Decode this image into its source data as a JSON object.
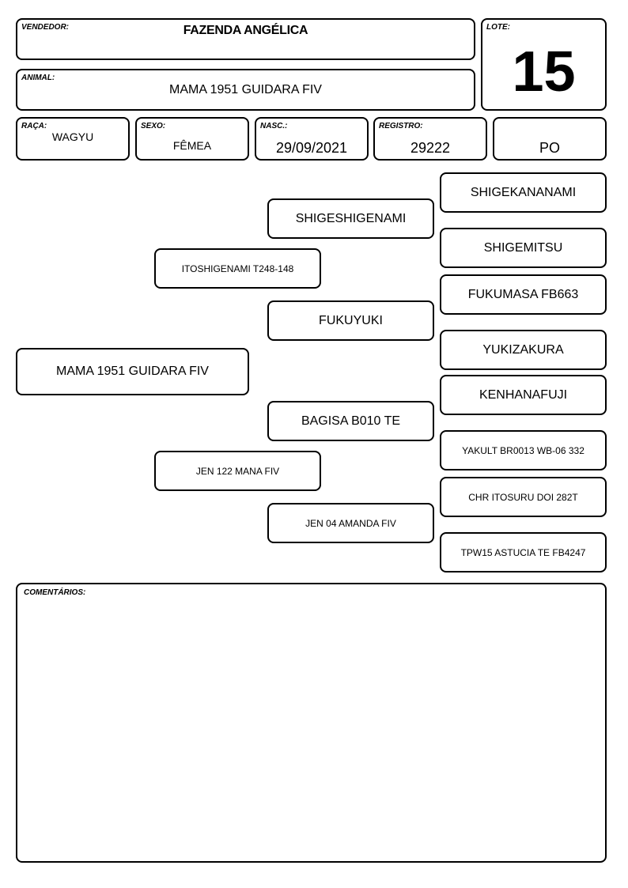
{
  "header": {
    "vendedor": {
      "label": "VENDEDOR:",
      "value": "FAZENDA ANGÉLICA"
    },
    "lote": {
      "label": "LOTE:",
      "value": "15"
    },
    "animal": {
      "label": "ANIMAL:",
      "value": "MAMA 1951 GUIDARA FIV"
    }
  },
  "info": {
    "raca": {
      "label": "RAÇA:",
      "value": "WAGYU"
    },
    "sexo": {
      "label": "SEXO:",
      "value": "FÊMEA"
    },
    "nasc": {
      "label": "NASC.:",
      "value": "29/09/2021"
    },
    "registro": {
      "label": "REGISTRO:",
      "value": "29222"
    },
    "categoria": {
      "value": "PO"
    }
  },
  "pedigree": {
    "animal": "MAMA 1951 GUIDARA FIV",
    "sire": "ITOSHIGENAMI T248-148",
    "dam": "JEN 122 MANA FIV",
    "sire_sire": "SHIGESHIGENAMI",
    "sire_dam": "FUKUYUKI",
    "dam_sire": "BAGISA B010 TE",
    "dam_dam": "JEN 04 AMANDA FIV",
    "ss_sire": "SHIGEKANANAMI",
    "ss_dam": "SHIGEMITSU",
    "sd_sire": "FUKUMASA FB663",
    "sd_dam": "YUKIZAKURA",
    "ds_sire": "KENHANAFUJI",
    "ds_dam": "YAKULT BR0013 WB-06 332",
    "dd_sire": "CHR ITOSURU DOI 282T",
    "dd_dam": "TPW15 ASTUCIA TE FB4247"
  },
  "comments": {
    "label": "COMENTÁRIOS:",
    "value": ""
  }
}
